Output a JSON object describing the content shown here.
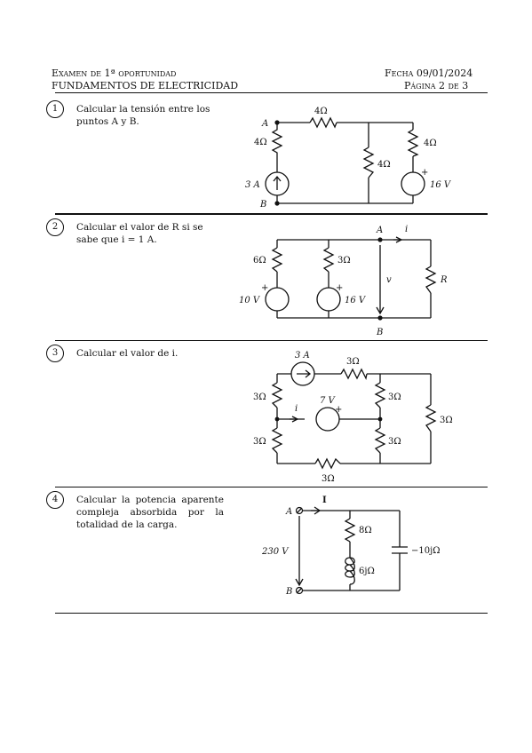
{
  "header": {
    "exam_label": "Examen de 1ª oportunidad",
    "course": "FUNDAMENTOS DE ELECTRICIDAD",
    "date": "Fecha 09/01/2024",
    "page": "Página 2 de 3"
  },
  "questions": [
    {
      "number": "1",
      "text": "Calcular la tensión entre los puntos A y B.",
      "labels": {
        "node_a": "A",
        "node_b": "B",
        "r_top": "4Ω",
        "r_left": "4Ω",
        "r_mid": "4Ω",
        "r_right": "4Ω",
        "current_source": "3 A",
        "voltage_source": "16 V",
        "plus": "+"
      }
    },
    {
      "number": "2",
      "text": "Calcular el valor de R si se sabe que i = 1 A.",
      "labels": {
        "node_a": "A",
        "node_b": "B",
        "current": "i",
        "r_left": "6Ω",
        "r_mid": "3Ω",
        "r_right": "R",
        "source_left": "10 V",
        "source_mid": "16 V",
        "voltage": "v",
        "plus": "+"
      }
    },
    {
      "number": "3",
      "text": "Calcular el valor de i.",
      "labels": {
        "current_source": "3 A",
        "r_top": "3Ω",
        "r_left_top": "3Ω",
        "r_left_bottom": "3Ω",
        "r_mid_top": "3Ω",
        "r_mid_bottom": "3Ω",
        "r_right": "3Ω",
        "r_bottom": "3Ω",
        "voltage_source": "7 V",
        "current": "i",
        "plus": "+"
      }
    },
    {
      "number": "4",
      "text": "Calcular la potencia aparente compleja absorbida por la totalidad de la carga.",
      "labels": {
        "current": "I",
        "node_a": "A",
        "node_b": "B",
        "voltage": "230 V",
        "r": "8Ω",
        "l": "6jΩ",
        "c": "−10jΩ"
      }
    }
  ]
}
